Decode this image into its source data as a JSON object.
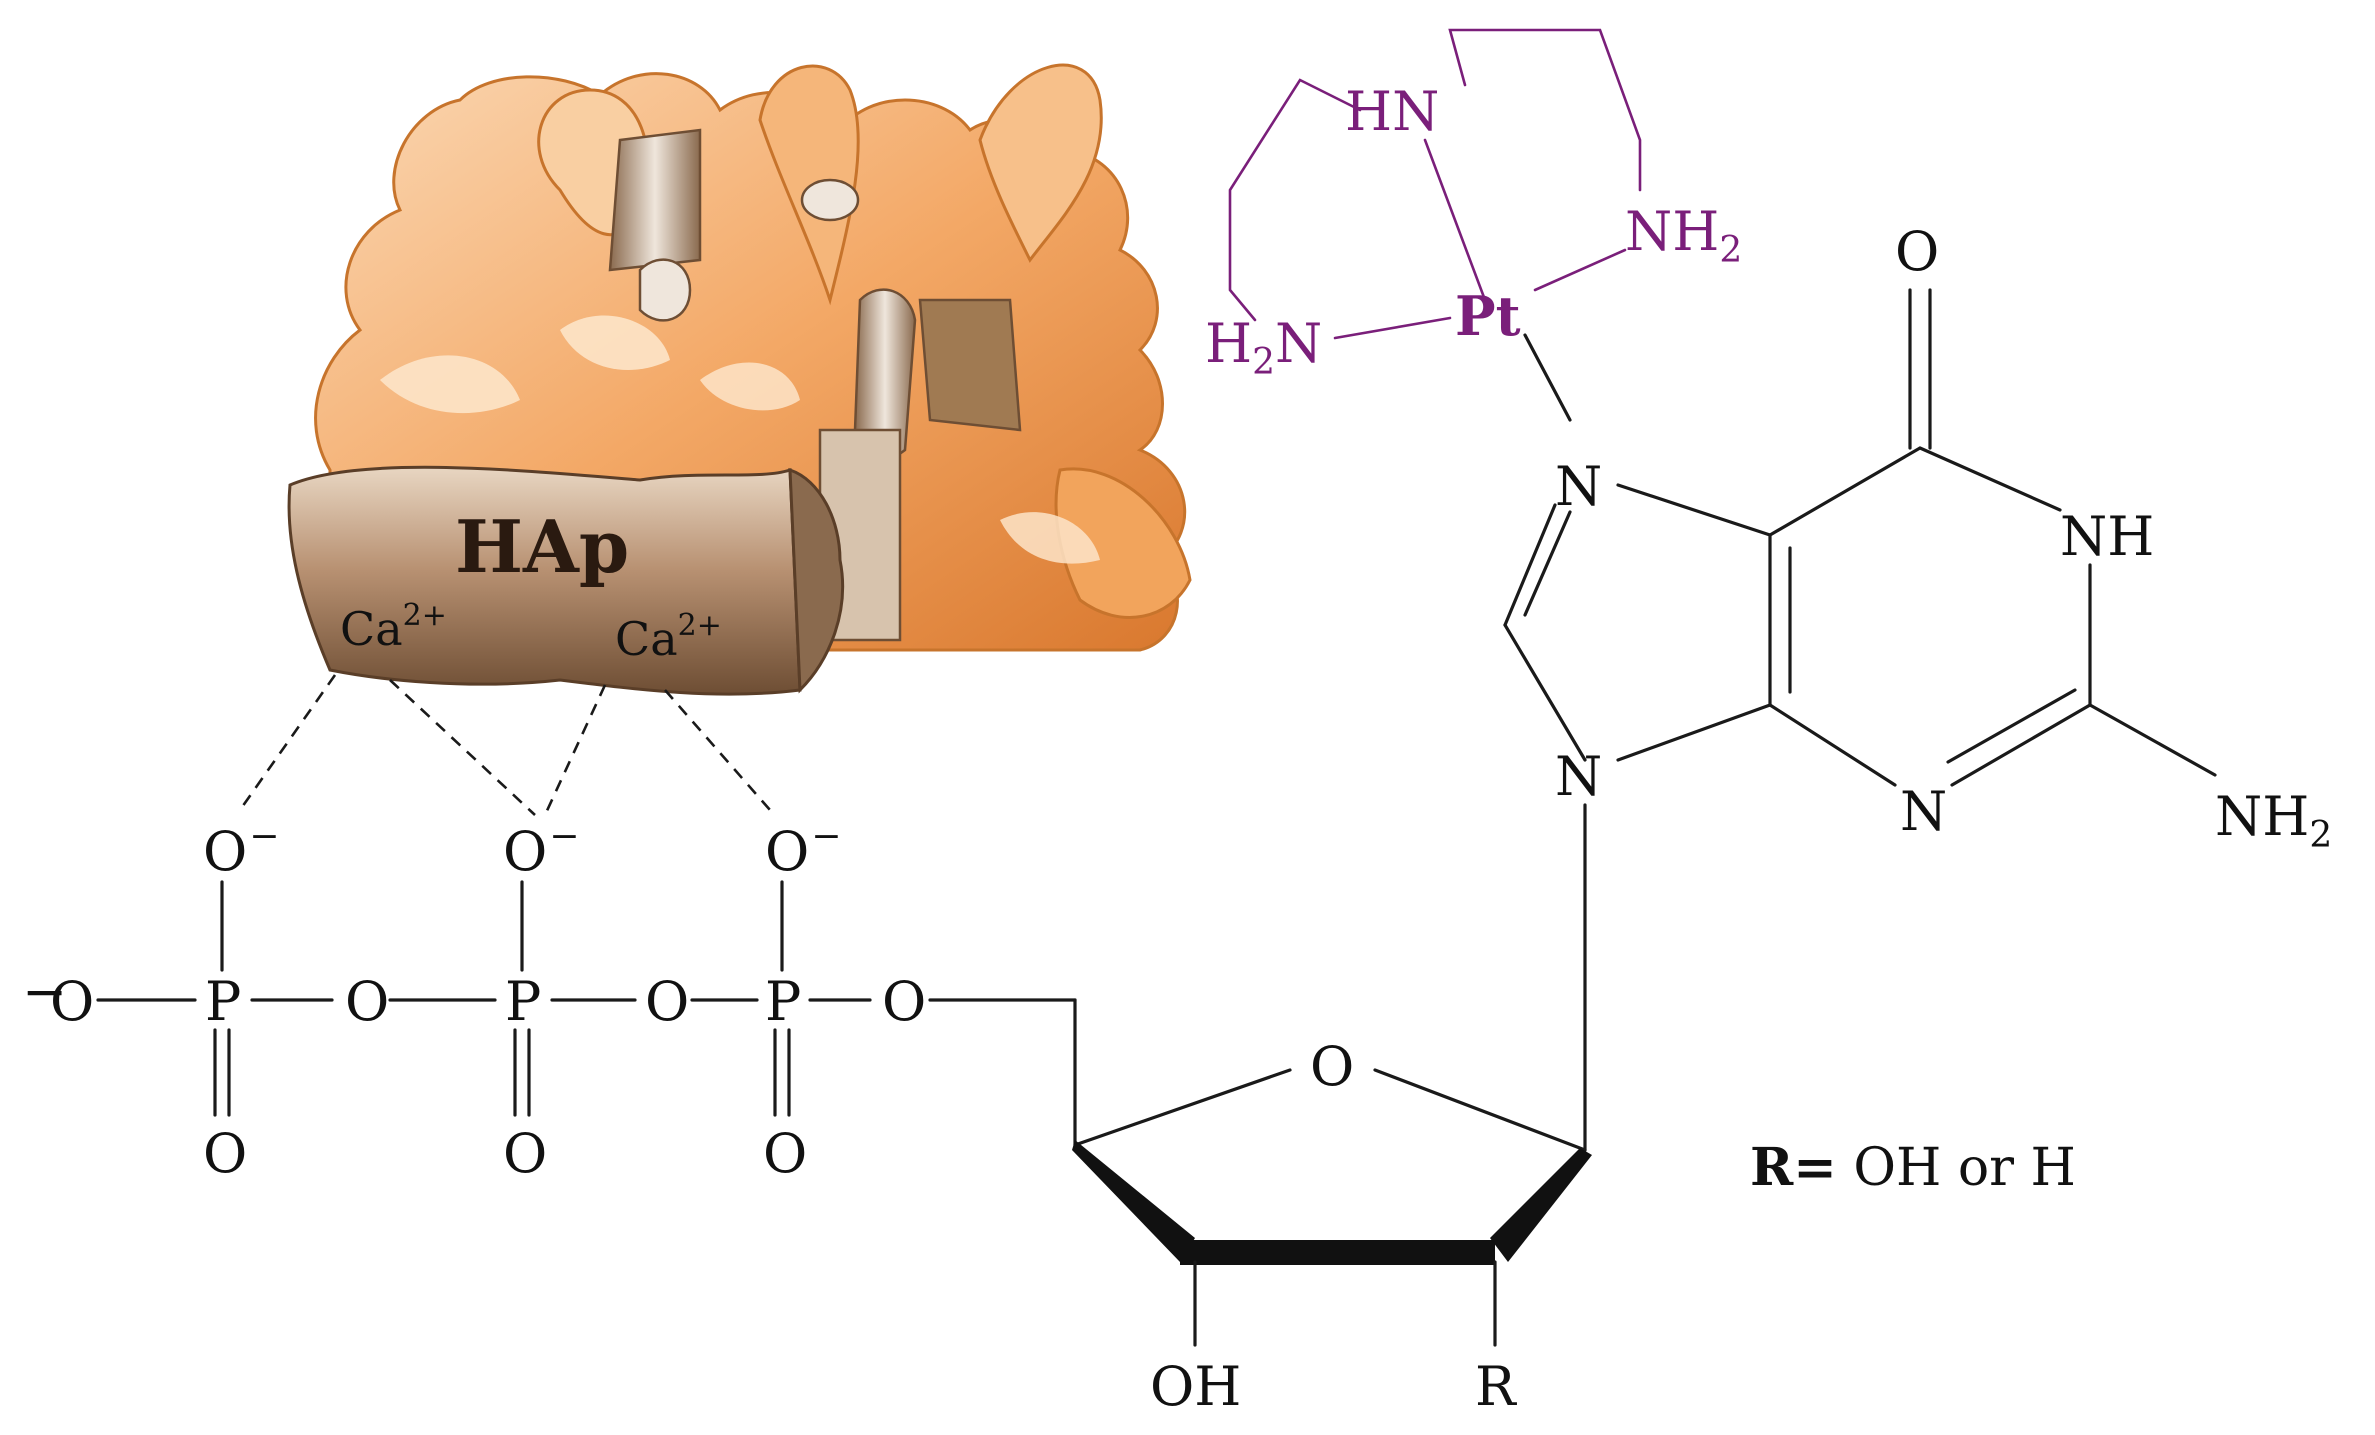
{
  "bone": {
    "label": "HAp",
    "ca_left": "Ca",
    "ca_right": "Ca",
    "ca_charge": "2+",
    "colors": {
      "orange_light": "#f7c79a",
      "orange": "#f0a060",
      "orange_dark": "#d97a30",
      "base": "#c9a98a",
      "base_dark": "#7a5a3e"
    }
  },
  "platinum_complex": {
    "metal": "Pt",
    "hn": "HN",
    "nh2_right": "NH",
    "nh2_left_h": "H",
    "nh2_left_n": "N",
    "sub2": "2",
    "color": "#7a1f7a"
  },
  "guanine": {
    "o_top": "O",
    "n7": "N",
    "n9": "N",
    "nh": "NH",
    "n3": "N",
    "nh2": "NH",
    "sub2": "2"
  },
  "triphosphate": {
    "o_minus_left": "O",
    "minus": "−",
    "p1": "P",
    "p2": "P",
    "p3": "P",
    "o_bridge1": "O",
    "o_bridge2": "O",
    "o_bridge3": "O",
    "o_top1": "O",
    "o_top2": "O",
    "o_top3": "O",
    "o_bottom1": "O",
    "o_bottom2": "O",
    "o_bottom3": "O"
  },
  "sugar": {
    "ring_o": "O",
    "oh": "OH",
    "r": "R"
  },
  "legend": {
    "r_bold": "R=",
    "r_text": " OH or H"
  }
}
